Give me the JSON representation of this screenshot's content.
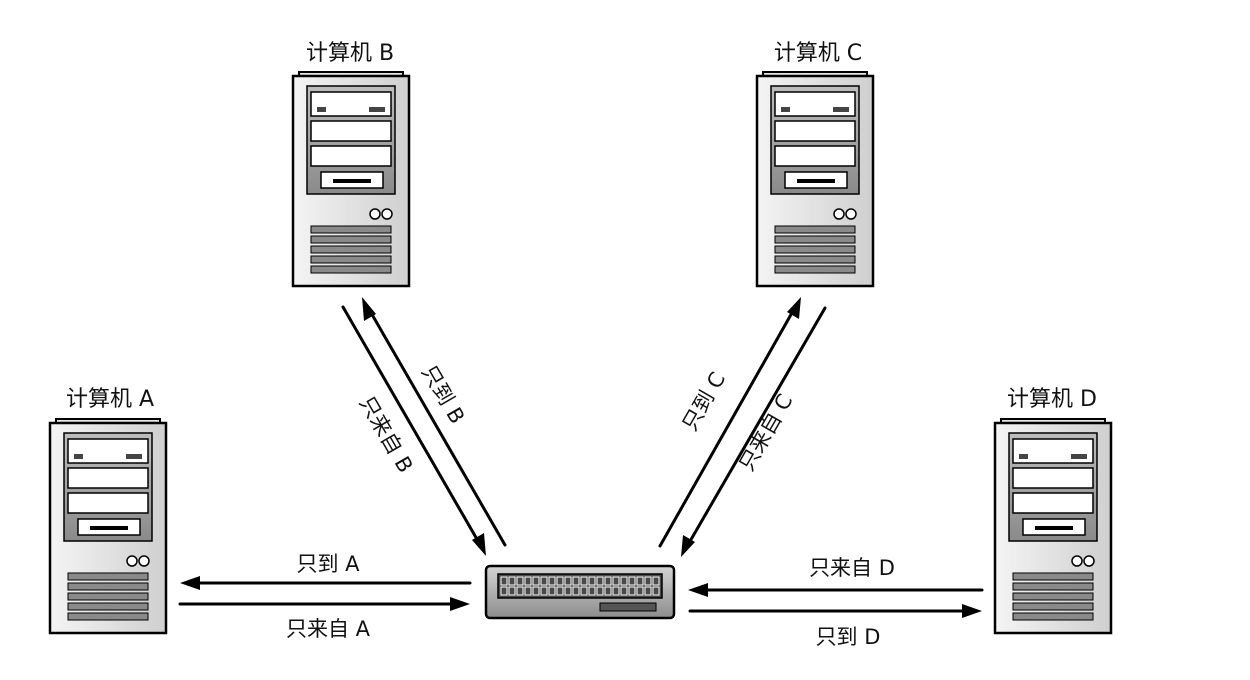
{
  "computers": {
    "a": {
      "label": "计算机 A"
    },
    "b": {
      "label": "计算机 B"
    },
    "c": {
      "label": "计算机 C"
    },
    "d": {
      "label": "计算机 D"
    }
  },
  "links": {
    "a": {
      "to_label": "只到 A",
      "from_label": "只来自 A"
    },
    "b": {
      "to_label": "只到 B",
      "from_label": "只来自 B"
    },
    "c": {
      "to_label": "只到 C",
      "from_label": "只来自 C"
    },
    "d": {
      "to_label": "只到 D",
      "from_label": "只来自 D"
    }
  }
}
